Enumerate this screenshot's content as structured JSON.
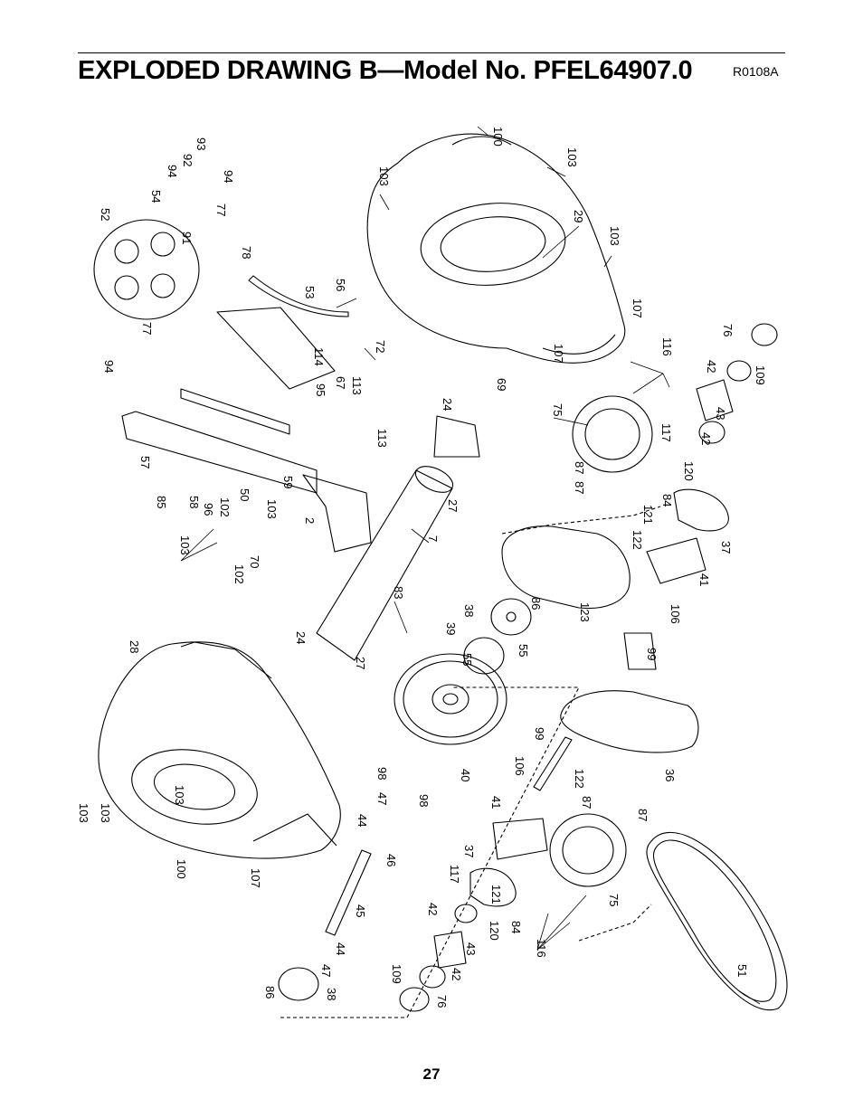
{
  "header": {
    "title": "EXPLODED DRAWING B—Model No. PFEL64907.0",
    "drawing_code": "R0108A"
  },
  "footer": {
    "page_number": "27"
  },
  "callouts": [
    {
      "id": "c1",
      "text": "100"
    },
    {
      "id": "c2",
      "text": "103"
    },
    {
      "id": "c3",
      "text": "103"
    },
    {
      "id": "c4",
      "text": "29"
    },
    {
      "id": "c5",
      "text": "103"
    },
    {
      "id": "c6",
      "text": "107"
    },
    {
      "id": "c7",
      "text": "107"
    },
    {
      "id": "c8",
      "text": "69"
    },
    {
      "id": "c9",
      "text": "56"
    },
    {
      "id": "c10",
      "text": "53"
    },
    {
      "id": "c11",
      "text": "78"
    },
    {
      "id": "c12",
      "text": "52"
    },
    {
      "id": "c13",
      "text": "54"
    },
    {
      "id": "c14",
      "text": "94"
    },
    {
      "id": "c15",
      "text": "92"
    },
    {
      "id": "c16",
      "text": "93"
    },
    {
      "id": "c17",
      "text": "94"
    },
    {
      "id": "c18",
      "text": "77"
    },
    {
      "id": "c19",
      "text": "91"
    },
    {
      "id": "c20",
      "text": "77"
    },
    {
      "id": "c21",
      "text": "94"
    },
    {
      "id": "c22",
      "text": "72"
    },
    {
      "id": "c23",
      "text": "114"
    },
    {
      "id": "c24",
      "text": "95"
    },
    {
      "id": "c25",
      "text": "67"
    },
    {
      "id": "c26",
      "text": "113"
    },
    {
      "id": "c27",
      "text": "113"
    },
    {
      "id": "c28",
      "text": "24"
    },
    {
      "id": "c29",
      "text": "76"
    },
    {
      "id": "c30",
      "text": "116"
    },
    {
      "id": "c31",
      "text": "42"
    },
    {
      "id": "c32",
      "text": "109"
    },
    {
      "id": "c33",
      "text": "43"
    },
    {
      "id": "c34",
      "text": "117"
    },
    {
      "id": "c35",
      "text": "42"
    },
    {
      "id": "c36",
      "text": "75"
    },
    {
      "id": "c37",
      "text": "87"
    },
    {
      "id": "c38",
      "text": "87"
    },
    {
      "id": "c39",
      "text": "120"
    },
    {
      "id": "c40",
      "text": "84"
    },
    {
      "id": "c41",
      "text": "121"
    },
    {
      "id": "c42",
      "text": "37"
    },
    {
      "id": "c43",
      "text": "122"
    },
    {
      "id": "c44",
      "text": "41"
    },
    {
      "id": "c45",
      "text": "57"
    },
    {
      "id": "c46",
      "text": "85"
    },
    {
      "id": "c47",
      "text": "58"
    },
    {
      "id": "c48",
      "text": "96"
    },
    {
      "id": "c49",
      "text": "102"
    },
    {
      "id": "c50",
      "text": "50"
    },
    {
      "id": "c51",
      "text": "59"
    },
    {
      "id": "c52",
      "text": "103"
    },
    {
      "id": "c53",
      "text": "2"
    },
    {
      "id": "c54",
      "text": "27"
    },
    {
      "id": "c55",
      "text": "7"
    },
    {
      "id": "c56",
      "text": "103"
    },
    {
      "id": "c57",
      "text": "102"
    },
    {
      "id": "c58",
      "text": "70"
    },
    {
      "id": "c59",
      "text": "83"
    },
    {
      "id": "c60",
      "text": "38"
    },
    {
      "id": "c61",
      "text": "86"
    },
    {
      "id": "c62",
      "text": "123"
    },
    {
      "id": "c63",
      "text": "106"
    },
    {
      "id": "c64",
      "text": "99"
    },
    {
      "id": "c65",
      "text": "39"
    },
    {
      "id": "c66",
      "text": "24"
    },
    {
      "id": "c67",
      "text": "55"
    },
    {
      "id": "c68",
      "text": "55"
    },
    {
      "id": "c69",
      "text": "27"
    },
    {
      "id": "c70",
      "text": "28"
    },
    {
      "id": "c71",
      "text": "103"
    },
    {
      "id": "c72",
      "text": "103"
    },
    {
      "id": "c73",
      "text": "103"
    },
    {
      "id": "c74",
      "text": "98"
    },
    {
      "id": "c75",
      "text": "98"
    },
    {
      "id": "c76",
      "text": "40"
    },
    {
      "id": "c77",
      "text": "47"
    },
    {
      "id": "c78",
      "text": "44"
    },
    {
      "id": "c79",
      "text": "46"
    },
    {
      "id": "c80",
      "text": "100"
    },
    {
      "id": "c81",
      "text": "107"
    },
    {
      "id": "c82",
      "text": "45"
    },
    {
      "id": "c83",
      "text": "44"
    },
    {
      "id": "c84",
      "text": "47"
    },
    {
      "id": "c85",
      "text": "38"
    },
    {
      "id": "c86",
      "text": "86"
    },
    {
      "id": "c87",
      "text": "99"
    },
    {
      "id": "c88",
      "text": "106"
    },
    {
      "id": "c89",
      "text": "122"
    },
    {
      "id": "c90",
      "text": "87"
    },
    {
      "id": "c91",
      "text": "87"
    },
    {
      "id": "c92",
      "text": "36"
    },
    {
      "id": "c93",
      "text": "41"
    },
    {
      "id": "c94",
      "text": "37"
    },
    {
      "id": "c95",
      "text": "117"
    },
    {
      "id": "c96",
      "text": "121"
    },
    {
      "id": "c97",
      "text": "42"
    },
    {
      "id": "c98",
      "text": "120"
    },
    {
      "id": "c99",
      "text": "84"
    },
    {
      "id": "c100",
      "text": "43"
    },
    {
      "id": "c101",
      "text": "42"
    },
    {
      "id": "c102",
      "text": "116"
    },
    {
      "id": "c103",
      "text": "75"
    },
    {
      "id": "c104",
      "text": "109"
    },
    {
      "id": "c105",
      "text": "76"
    },
    {
      "id": "c106",
      "text": "51"
    }
  ]
}
